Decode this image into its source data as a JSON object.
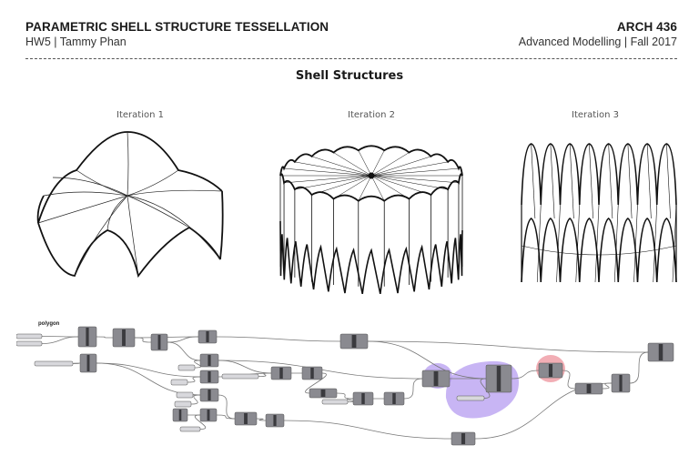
{
  "header": {
    "title": "PARAMETRIC SHELL STRUCTURE TESSELLATION",
    "subtitle": "HW5 | Tammy Phan",
    "course": "ARCH 436",
    "course_subtitle": "Advanced Modelling | Fall 2017"
  },
  "section_title": "Shell Structures",
  "iterations": [
    {
      "label": "Iteration 1"
    },
    {
      "label": "Iteration 2"
    },
    {
      "label": "Iteration 3"
    }
  ],
  "graph": {
    "group_label": "polygon"
  },
  "colors": {
    "highlight_purple": "#b59cf0",
    "highlight_red": "#f0a0a8",
    "node_fill": "#8a8a90"
  }
}
